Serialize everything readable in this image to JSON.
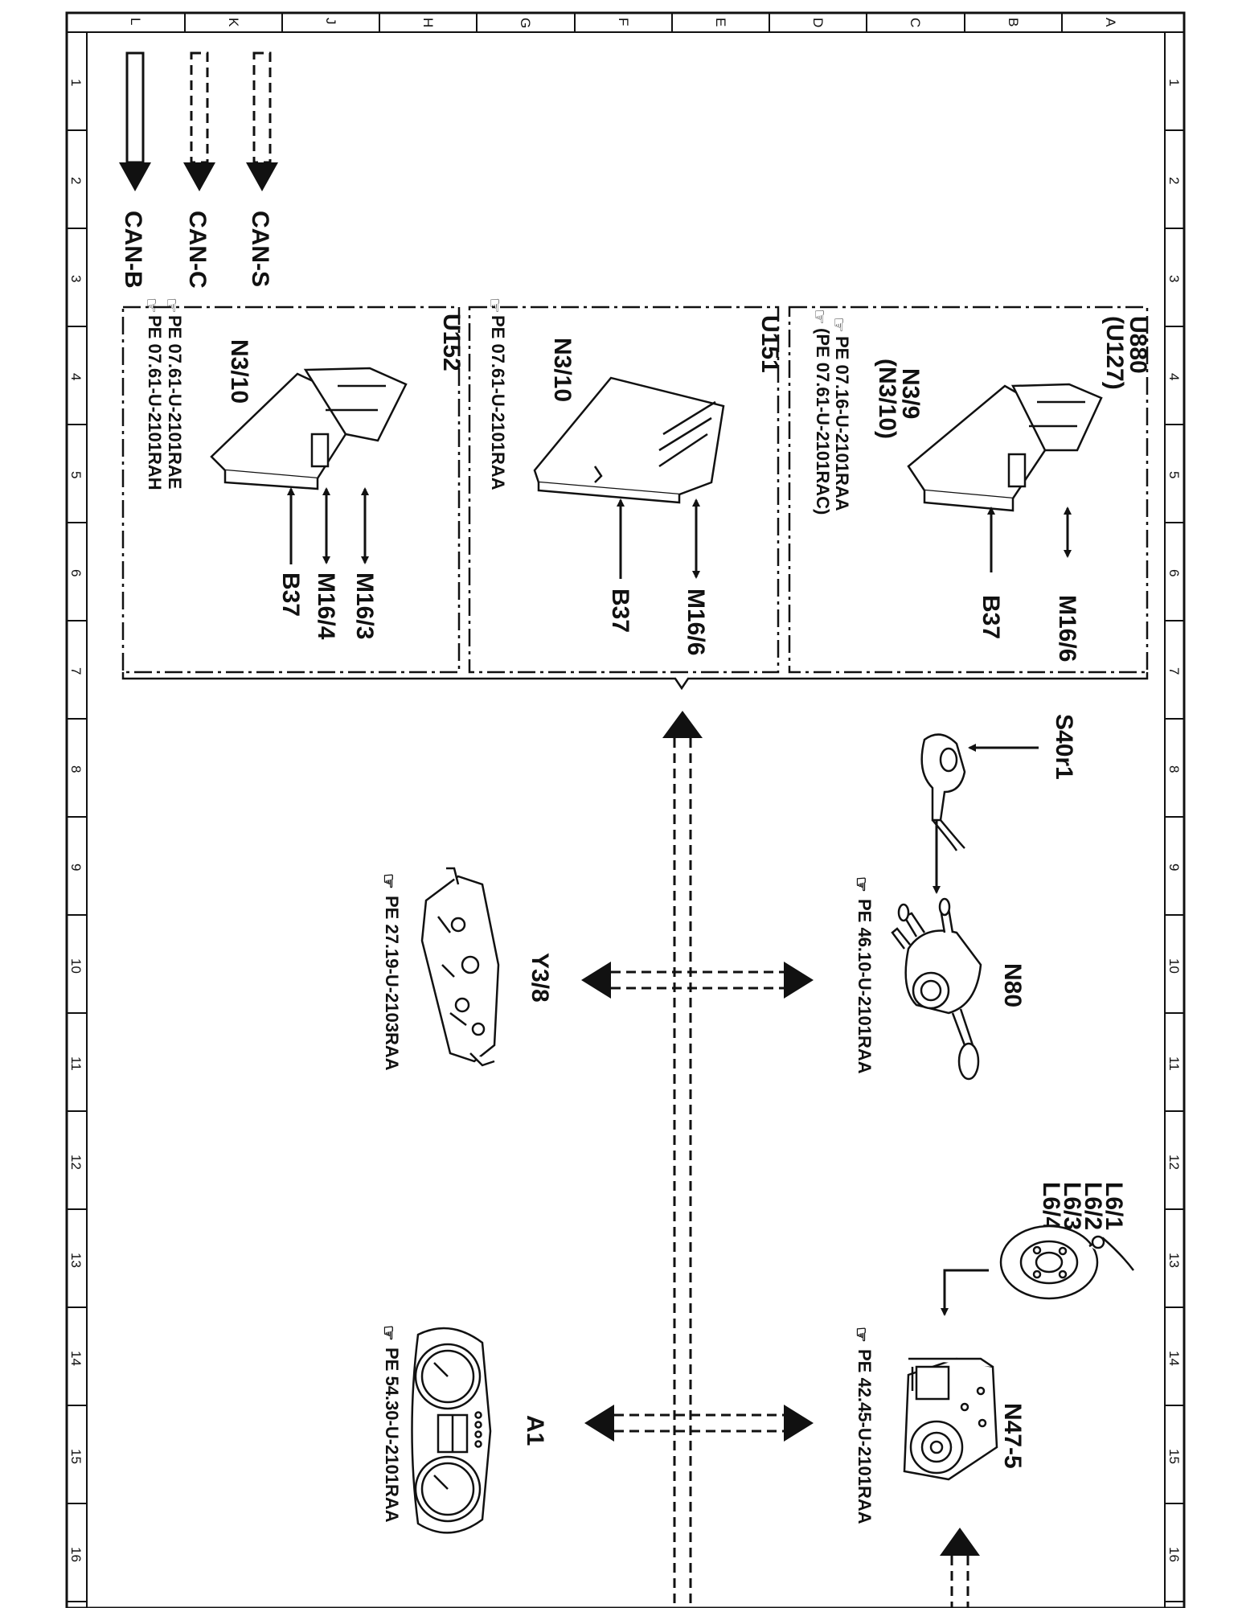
{
  "legend": {
    "can_s": "CAN-S",
    "can_c": "CAN-C",
    "can_b": "CAN-B"
  },
  "grid": {
    "letters": [
      "L",
      "K",
      "J",
      "H",
      "G",
      "F",
      "E",
      "D",
      "C",
      "B",
      "A"
    ],
    "numbers": [
      "1",
      "2",
      "3",
      "4",
      "5",
      "6",
      "7",
      "8",
      "9",
      "10",
      "11",
      "12",
      "13",
      "14",
      "15",
      "16"
    ]
  },
  "modules": {
    "u880": {
      "title": "U880",
      "title2": "(U127)",
      "unit": "N3/9",
      "unit2": "(N3/10)",
      "ref1": "PE 07.16-U-2101RAA",
      "ref2": "(PE 07.61-U-2101RAC)",
      "sig1": "M16/6",
      "sig2": "B37"
    },
    "u151": {
      "title": "U151",
      "unit": "N3/10",
      "ref1": "PE 07.61-U-2101RAA",
      "sig1": "M16/6",
      "sig2": "B37"
    },
    "u152": {
      "title": "U152",
      "unit": "N3/10",
      "ref1": "PE 07.61-U-2101RAE",
      "ref2": "PE 07.61-U-2101RAH",
      "sig1": "M16/3",
      "sig2": "M16/4",
      "sig3": "B37"
    }
  },
  "components": {
    "s40r1": {
      "label": "S40r1"
    },
    "n80": {
      "label": "N80",
      "ref": "PE 46.10-U-2101RAA"
    },
    "y38": {
      "label": "Y3/8",
      "ref": "PE 27.19-U-2103RAA"
    },
    "l6": {
      "labels": [
        "L6/1",
        "L6/2",
        "L6/3",
        "L6/4"
      ]
    },
    "n475": {
      "label": "N47-5",
      "ref": "PE 42.45-U-2101RAA"
    },
    "a1": {
      "label": "A1",
      "ref": "PE 54.30-U-2101RAA"
    }
  }
}
